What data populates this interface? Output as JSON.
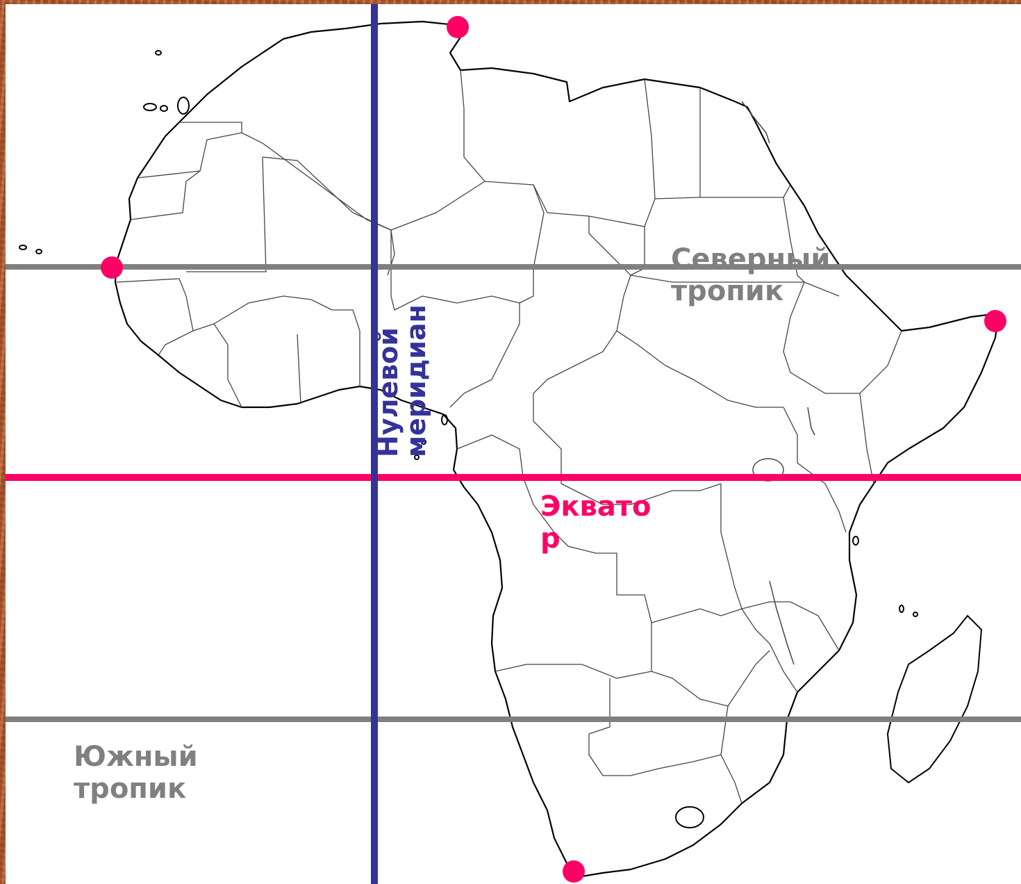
{
  "map": {
    "title": "",
    "labels": {
      "north_tropic": [
        "Северный",
        "тропик"
      ],
      "south_tropic": [
        "Южный",
        "тропик"
      ],
      "equator": [
        "Эквато",
        "р"
      ],
      "prime_meridian": [
        "Нулевой",
        "меридиан"
      ]
    },
    "colors": {
      "tropic_lines": "#808080",
      "equator_line": "#ff0066",
      "meridian_line": "#333399",
      "extreme_points": "#ff0066",
      "outline": "#000000",
      "borders": "#555555"
    },
    "extreme_points": [
      "north-point",
      "west-point",
      "east-point",
      "south-point"
    ]
  }
}
